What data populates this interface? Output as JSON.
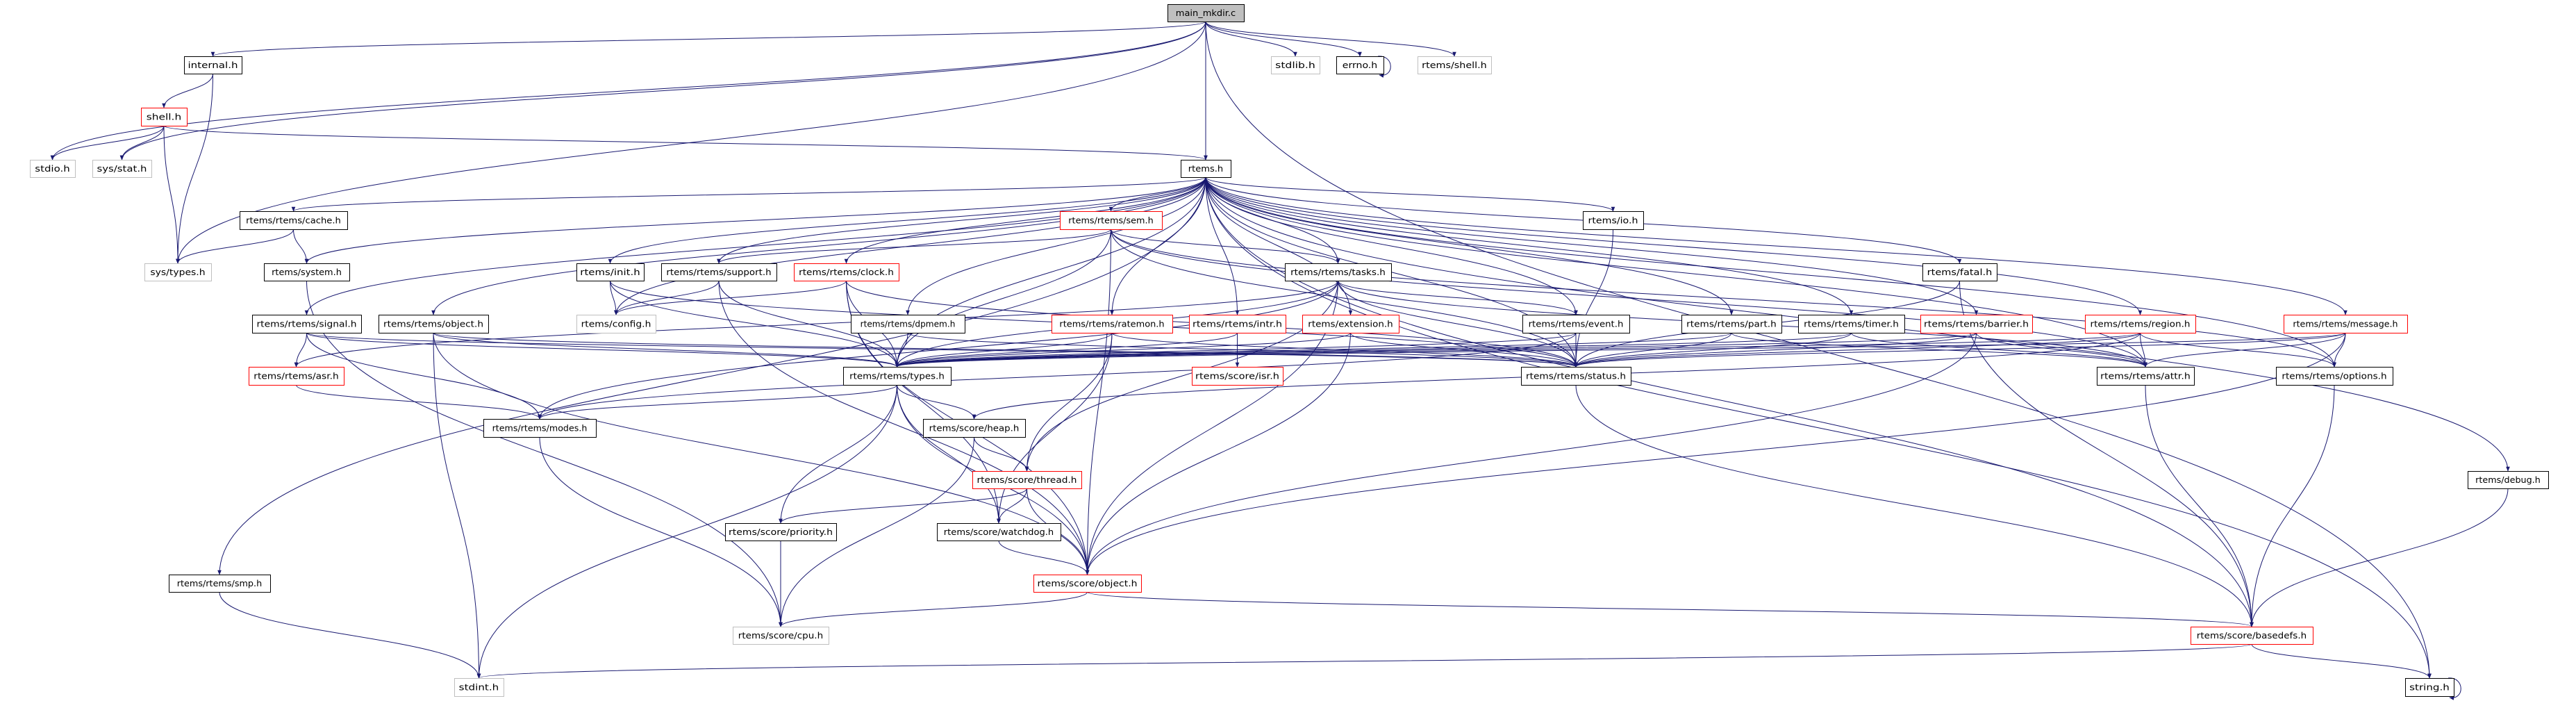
{
  "colors": {
    "edge": "#191970",
    "root_fill": "#bfbfbf",
    "documented_border": "#000000",
    "truncated_border": "#ff0000",
    "external_border": "#bfbfbf",
    "background": "#ffffff"
  },
  "graph": {
    "nodes": [
      {
        "id": "main",
        "label": "main_mkdir.c",
        "kind": "root"
      },
      {
        "id": "internal",
        "label": "internal.h",
        "kind": "documented"
      },
      {
        "id": "stdlib",
        "label": "stdlib.h",
        "kind": "external"
      },
      {
        "id": "errno",
        "label": "errno.h",
        "kind": "documented"
      },
      {
        "id": "rshell",
        "label": "rtems/shell.h",
        "kind": "external"
      },
      {
        "id": "shell",
        "label": "shell.h",
        "kind": "truncated"
      },
      {
        "id": "stdio",
        "label": "stdio.h",
        "kind": "external"
      },
      {
        "id": "sysstat",
        "label": "sys/stat.h",
        "kind": "external"
      },
      {
        "id": "rtems",
        "label": "rtems.h",
        "kind": "documented"
      },
      {
        "id": "systypes",
        "label": "sys/types.h",
        "kind": "external"
      },
      {
        "id": "cache",
        "label": "rtems/rtems/cache.h",
        "kind": "documented"
      },
      {
        "id": "sem",
        "label": "rtems/rtems/sem.h",
        "kind": "truncated"
      },
      {
        "id": "io",
        "label": "rtems/io.h",
        "kind": "documented"
      },
      {
        "id": "system",
        "label": "rtems/system.h",
        "kind": "documented"
      },
      {
        "id": "init",
        "label": "rtems/init.h",
        "kind": "documented"
      },
      {
        "id": "support",
        "label": "rtems/rtems/support.h",
        "kind": "documented"
      },
      {
        "id": "clock",
        "label": "rtems/rtems/clock.h",
        "kind": "truncated"
      },
      {
        "id": "tasks",
        "label": "rtems/rtems/tasks.h",
        "kind": "documented"
      },
      {
        "id": "fatal",
        "label": "rtems/fatal.h",
        "kind": "documented"
      },
      {
        "id": "signal",
        "label": "rtems/rtems/signal.h",
        "kind": "documented"
      },
      {
        "id": "robject",
        "label": "rtems/rtems/object.h",
        "kind": "documented"
      },
      {
        "id": "config",
        "label": "rtems/config.h",
        "kind": "external"
      },
      {
        "id": "dpmem",
        "label": "rtems/rtems/dpmem.h",
        "kind": "documented"
      },
      {
        "id": "ratemon",
        "label": "rtems/rtems/ratemon.h",
        "kind": "truncated"
      },
      {
        "id": "intr",
        "label": "rtems/rtems/intr.h",
        "kind": "truncated"
      },
      {
        "id": "extension",
        "label": "rtems/extension.h",
        "kind": "truncated"
      },
      {
        "id": "event",
        "label": "rtems/rtems/event.h",
        "kind": "documented"
      },
      {
        "id": "part",
        "label": "rtems/rtems/part.h",
        "kind": "documented"
      },
      {
        "id": "timer",
        "label": "rtems/rtems/timer.h",
        "kind": "documented"
      },
      {
        "id": "barrier",
        "label": "rtems/rtems/barrier.h",
        "kind": "truncated"
      },
      {
        "id": "region",
        "label": "rtems/rtems/region.h",
        "kind": "truncated"
      },
      {
        "id": "message",
        "label": "rtems/rtems/message.h",
        "kind": "truncated"
      },
      {
        "id": "asr",
        "label": "rtems/rtems/asr.h",
        "kind": "truncated"
      },
      {
        "id": "types",
        "label": "rtems/rtems/types.h",
        "kind": "documented"
      },
      {
        "id": "isr",
        "label": "rtems/score/isr.h",
        "kind": "truncated"
      },
      {
        "id": "status",
        "label": "rtems/rtems/status.h",
        "kind": "documented"
      },
      {
        "id": "attr",
        "label": "rtems/rtems/attr.h",
        "kind": "documented"
      },
      {
        "id": "options",
        "label": "rtems/rtems/options.h",
        "kind": "documented"
      },
      {
        "id": "modes",
        "label": "rtems/rtems/modes.h",
        "kind": "documented"
      },
      {
        "id": "heap",
        "label": "rtems/score/heap.h",
        "kind": "documented"
      },
      {
        "id": "thread",
        "label": "rtems/score/thread.h",
        "kind": "truncated"
      },
      {
        "id": "debug",
        "label": "rtems/debug.h",
        "kind": "documented"
      },
      {
        "id": "priority",
        "label": "rtems/score/priority.h",
        "kind": "documented"
      },
      {
        "id": "watchdog",
        "label": "rtems/score/watchdog.h",
        "kind": "documented"
      },
      {
        "id": "smp",
        "label": "rtems/rtems/smp.h",
        "kind": "documented"
      },
      {
        "id": "sobject",
        "label": "rtems/score/object.h",
        "kind": "truncated"
      },
      {
        "id": "cpu",
        "label": "rtems/score/cpu.h",
        "kind": "external"
      },
      {
        "id": "basedefs",
        "label": "rtems/score/basedefs.h",
        "kind": "truncated"
      },
      {
        "id": "stdint",
        "label": "stdint.h",
        "kind": "external"
      },
      {
        "id": "string",
        "label": "string.h",
        "kind": "documented"
      }
    ],
    "edges": [
      [
        "main",
        "internal"
      ],
      [
        "main",
        "stdio"
      ],
      [
        "main",
        "sysstat"
      ],
      [
        "main",
        "systypes"
      ],
      [
        "main",
        "rtems"
      ],
      [
        "main",
        "stdlib"
      ],
      [
        "main",
        "errno"
      ],
      [
        "main",
        "rshell"
      ],
      [
        "main",
        "string"
      ],
      [
        "errno",
        "errno"
      ],
      [
        "internal",
        "shell"
      ],
      [
        "internal",
        "systypes"
      ],
      [
        "shell",
        "stdio"
      ],
      [
        "shell",
        "sysstat"
      ],
      [
        "shell",
        "systypes"
      ],
      [
        "shell",
        "rtems"
      ],
      [
        "rtems",
        "cache"
      ],
      [
        "rtems",
        "system"
      ],
      [
        "rtems",
        "init"
      ],
      [
        "rtems",
        "support"
      ],
      [
        "rtems",
        "clock"
      ],
      [
        "rtems",
        "signal"
      ],
      [
        "rtems",
        "robject"
      ],
      [
        "rtems",
        "config"
      ],
      [
        "rtems",
        "sem"
      ],
      [
        "rtems",
        "io"
      ],
      [
        "rtems",
        "tasks"
      ],
      [
        "rtems",
        "dpmem"
      ],
      [
        "rtems",
        "ratemon"
      ],
      [
        "rtems",
        "intr"
      ],
      [
        "rtems",
        "extension"
      ],
      [
        "rtems",
        "event"
      ],
      [
        "rtems",
        "part"
      ],
      [
        "rtems",
        "fatal"
      ],
      [
        "rtems",
        "timer"
      ],
      [
        "rtems",
        "barrier"
      ],
      [
        "rtems",
        "region"
      ],
      [
        "rtems",
        "message"
      ],
      [
        "rtems",
        "smp"
      ],
      [
        "rtems",
        "types"
      ],
      [
        "rtems",
        "status"
      ],
      [
        "rtems",
        "attr"
      ],
      [
        "rtems",
        "options"
      ],
      [
        "rtems",
        "debug"
      ],
      [
        "rtems",
        "string"
      ],
      [
        "rtems",
        "basedefs"
      ],
      [
        "cache",
        "systypes"
      ],
      [
        "cache",
        "system"
      ],
      [
        "system",
        "cpu"
      ],
      [
        "init",
        "config"
      ],
      [
        "init",
        "types"
      ],
      [
        "init",
        "status"
      ],
      [
        "support",
        "config"
      ],
      [
        "support",
        "types"
      ],
      [
        "support",
        "sobject"
      ],
      [
        "clock",
        "config"
      ],
      [
        "clock",
        "types"
      ],
      [
        "clock",
        "status"
      ],
      [
        "clock",
        "watchdog"
      ],
      [
        "clock",
        "sobject"
      ],
      [
        "sem",
        "types"
      ],
      [
        "sem",
        "status"
      ],
      [
        "sem",
        "tasks"
      ],
      [
        "sem",
        "attr"
      ],
      [
        "sem",
        "options"
      ],
      [
        "sem",
        "support"
      ],
      [
        "sem",
        "sobject"
      ],
      [
        "tasks",
        "types"
      ],
      [
        "tasks",
        "status"
      ],
      [
        "tasks",
        "modes"
      ],
      [
        "tasks",
        "thread"
      ],
      [
        "tasks",
        "attr"
      ],
      [
        "tasks",
        "event"
      ],
      [
        "tasks",
        "asr"
      ],
      [
        "tasks",
        "sobject"
      ],
      [
        "fatal",
        "basedefs"
      ],
      [
        "fatal",
        "status"
      ],
      [
        "signal",
        "asr"
      ],
      [
        "signal",
        "modes"
      ],
      [
        "signal",
        "types"
      ],
      [
        "signal",
        "status"
      ],
      [
        "robject",
        "types"
      ],
      [
        "robject",
        "status"
      ],
      [
        "robject",
        "stdint"
      ],
      [
        "robject",
        "sobject"
      ],
      [
        "dpmem",
        "types"
      ],
      [
        "dpmem",
        "status"
      ],
      [
        "ratemon",
        "types"
      ],
      [
        "ratemon",
        "status"
      ],
      [
        "ratemon",
        "thread"
      ],
      [
        "ratemon",
        "watchdog"
      ],
      [
        "intr",
        "isr"
      ],
      [
        "intr",
        "types"
      ],
      [
        "extension",
        "types"
      ],
      [
        "extension",
        "status"
      ],
      [
        "extension",
        "sobject"
      ],
      [
        "event",
        "types"
      ],
      [
        "event",
        "status"
      ],
      [
        "event",
        "modes"
      ],
      [
        "part",
        "types"
      ],
      [
        "part",
        "status"
      ],
      [
        "part",
        "attr"
      ],
      [
        "timer",
        "types"
      ],
      [
        "timer",
        "status"
      ],
      [
        "timer",
        "attr"
      ],
      [
        "barrier",
        "types"
      ],
      [
        "barrier",
        "status"
      ],
      [
        "barrier",
        "attr"
      ],
      [
        "barrier",
        "sobject"
      ],
      [
        "region",
        "types"
      ],
      [
        "region",
        "status"
      ],
      [
        "region",
        "attr"
      ],
      [
        "region",
        "options"
      ],
      [
        "region",
        "heap"
      ],
      [
        "message",
        "types"
      ],
      [
        "message",
        "status"
      ],
      [
        "message",
        "attr"
      ],
      [
        "message",
        "options"
      ],
      [
        "message",
        "sobject"
      ],
      [
        "io",
        "status"
      ],
      [
        "asr",
        "modes"
      ],
      [
        "types",
        "modes"
      ],
      [
        "types",
        "heap"
      ],
      [
        "types",
        "priority"
      ],
      [
        "types",
        "watchdog"
      ],
      [
        "types",
        "sobject"
      ],
      [
        "types",
        "stdint"
      ],
      [
        "heap",
        "thread"
      ],
      [
        "heap",
        "cpu"
      ],
      [
        "thread",
        "priority"
      ],
      [
        "thread",
        "watchdog"
      ],
      [
        "thread",
        "sobject"
      ],
      [
        "watchdog",
        "sobject"
      ],
      [
        "priority",
        "cpu"
      ],
      [
        "modes",
        "cpu"
      ],
      [
        "sobject",
        "cpu"
      ],
      [
        "sobject",
        "basedefs"
      ],
      [
        "status",
        "basedefs"
      ],
      [
        "attr",
        "basedefs"
      ],
      [
        "options",
        "basedefs"
      ],
      [
        "debug",
        "basedefs"
      ],
      [
        "basedefs",
        "stdint"
      ],
      [
        "basedefs",
        "string"
      ],
      [
        "smp",
        "stdint"
      ],
      [
        "string",
        "string"
      ]
    ]
  }
}
